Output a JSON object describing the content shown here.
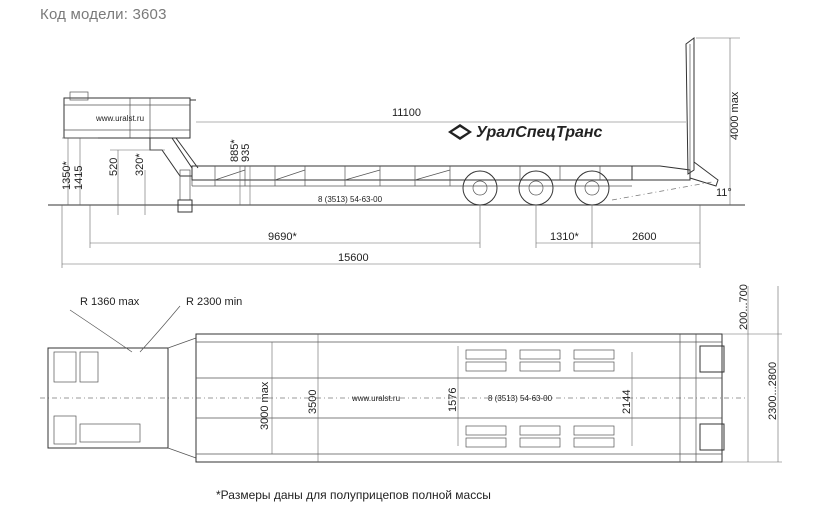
{
  "header": {
    "model_code": "Код модели: 3603"
  },
  "side_view": {
    "brand": "УралСпецТранс",
    "website": "www.uralst.ru",
    "phone": "8 (3513) 54-63-00",
    "dims": {
      "deck_length": "11100",
      "ramp_height": "4000 max",
      "d885": "885*",
      "d935": "935",
      "d1350": "1350*",
      "d1415": "1415",
      "d520": "520",
      "d320": "320*",
      "d9690": "9690*",
      "d1310": "1310*",
      "d2600": "2600",
      "overall_length": "15600",
      "ramp_angle": "11°"
    }
  },
  "top_view": {
    "website": "www.uralst.ru",
    "phone": "8 (3513) 54-63-00",
    "dims": {
      "r1360": "R 1360 max",
      "r2300": "R 2300 min",
      "d3000": "3000 max",
      "d3500": "3500",
      "d1576": "1576",
      "d2144": "2144",
      "d200_700": "200...700",
      "d2300_2800": "2300...2800"
    }
  },
  "footnote": "*Размеры даны для полуприцепов полной массы"
}
